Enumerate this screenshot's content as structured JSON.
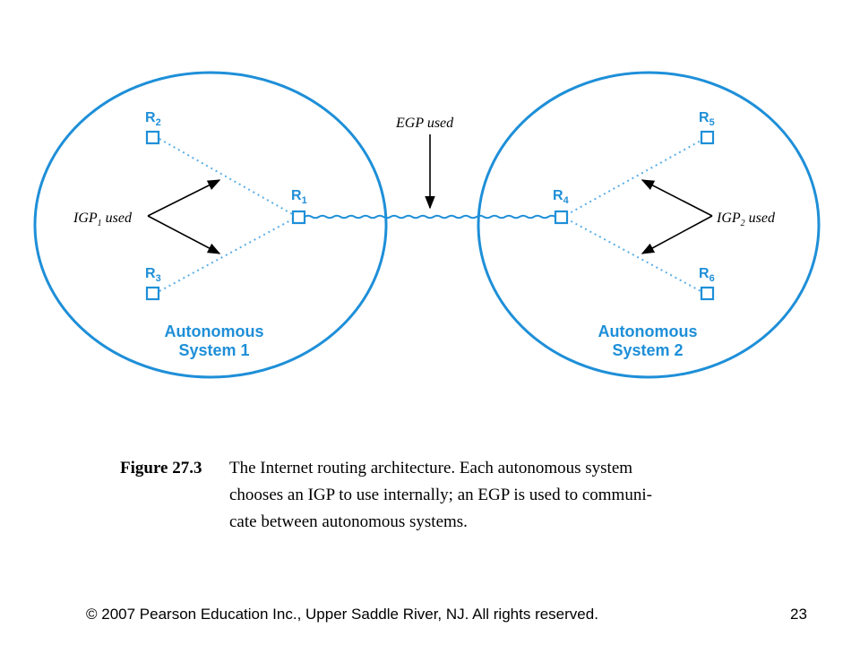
{
  "diagram": {
    "routers": [
      {
        "id": "R2",
        "base": "R",
        "sub": "2"
      },
      {
        "id": "R3",
        "base": "R",
        "sub": "3"
      },
      {
        "id": "R1",
        "base": "R",
        "sub": "1"
      },
      {
        "id": "R4",
        "base": "R",
        "sub": "4"
      },
      {
        "id": "R5",
        "base": "R",
        "sub": "5"
      },
      {
        "id": "R6",
        "base": "R",
        "sub": "6"
      }
    ],
    "egp_label": "EGP used",
    "igp1": {
      "base": "IGP",
      "sub": "1",
      "suffix": " used"
    },
    "igp2": {
      "base": "IGP",
      "sub": "2",
      "suffix": " used"
    },
    "as1": {
      "line1": "Autonomous",
      "line2": "System 1"
    },
    "as2": {
      "line1": "Autonomous",
      "line2": "System 2"
    },
    "colors": {
      "accent": "#1e8fd8",
      "link_dotted": "#5aaee6",
      "text": "#000000"
    }
  },
  "caption": {
    "label": "Figure 27.3",
    "lines": [
      "The Internet routing architecture.  Each autonomous system",
      "chooses an IGP to use internally; an EGP is used to communi-",
      "cate between autonomous systems."
    ]
  },
  "footer": {
    "copyright": "© 2007 Pearson Education Inc., Upper Saddle River, NJ. All rights reserved.",
    "page": "23"
  }
}
